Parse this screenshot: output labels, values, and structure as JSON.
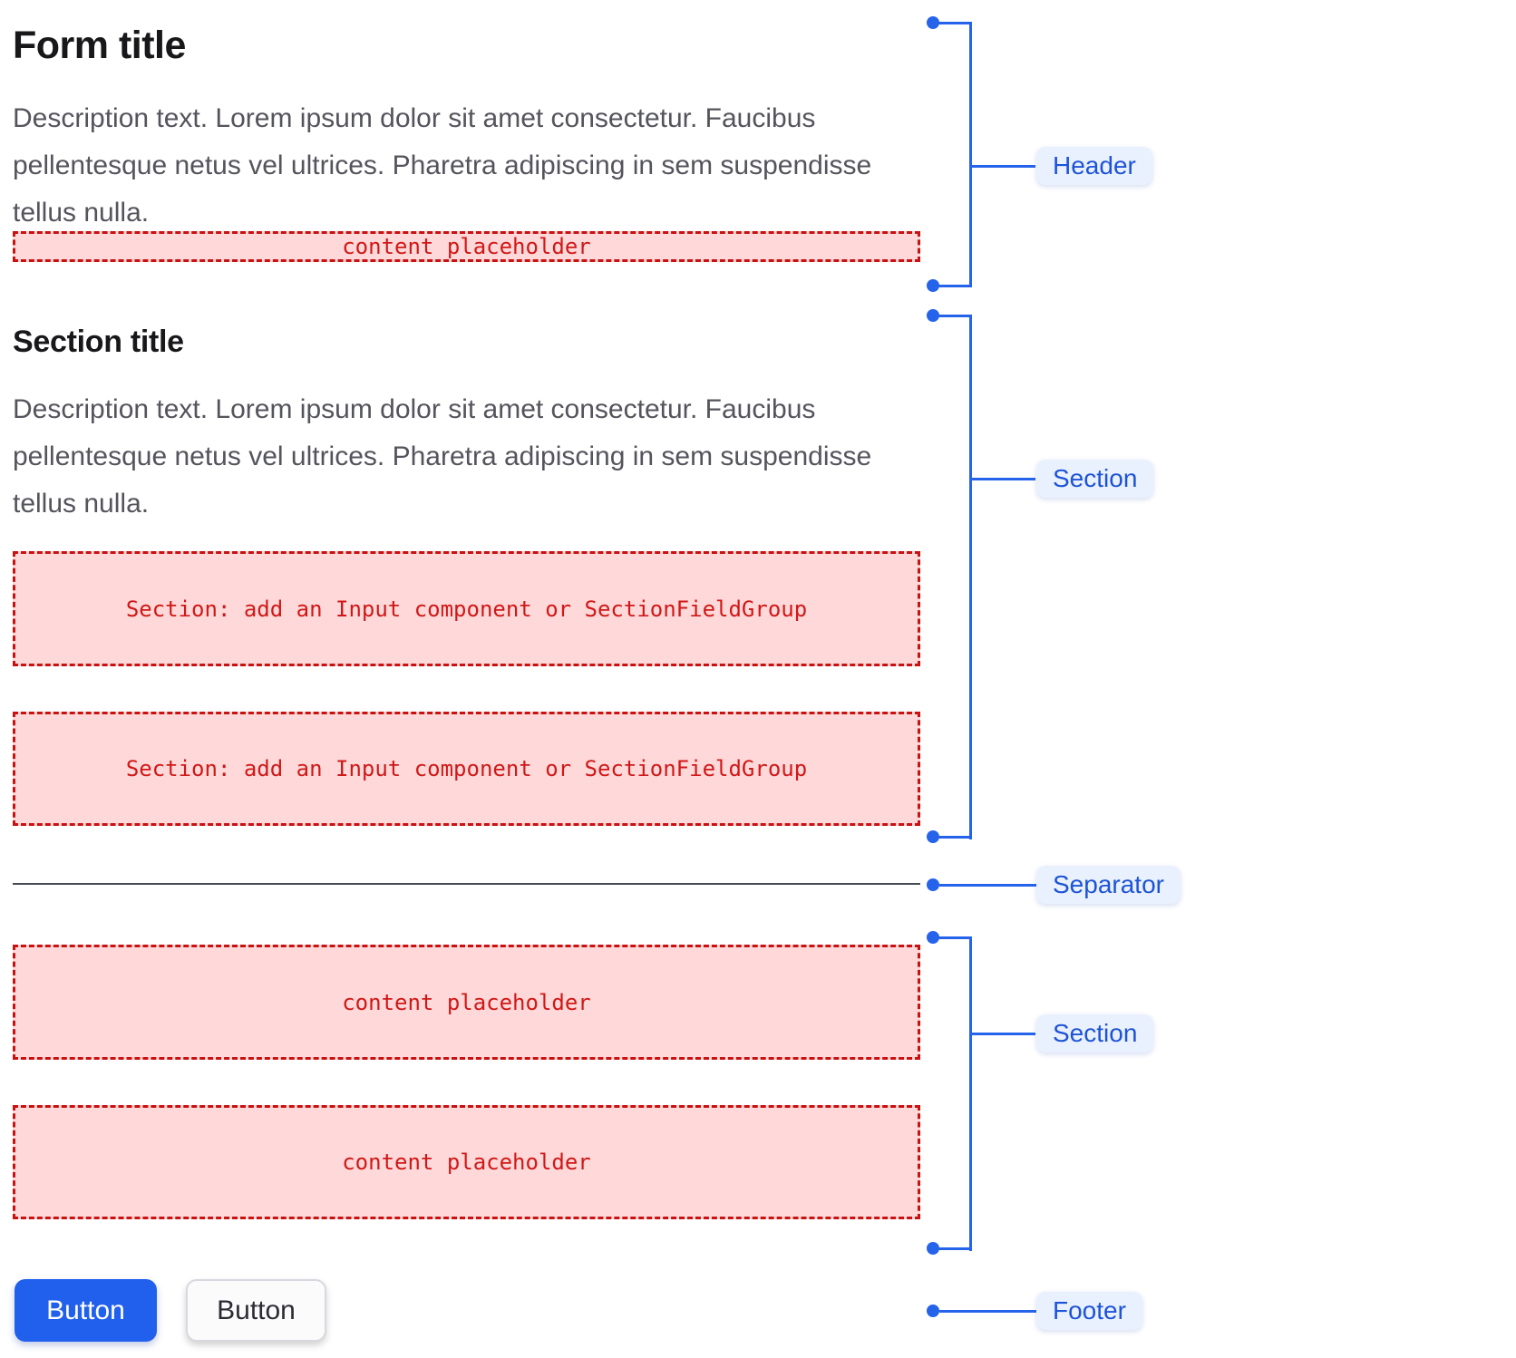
{
  "form": {
    "title": "Form title",
    "description": "Description text. Lorem ipsum dolor sit amet consectetur. Faucibus pellentesque netus vel ultrices. Pharetra adipiscing in sem suspendisse tellus nulla.",
    "header_placeholder": "content placeholder"
  },
  "section1": {
    "title": "Section title",
    "description": "Description text. Lorem ipsum dolor sit amet consectetur. Faucibus pellentesque netus vel ultrices. Pharetra adipiscing in sem suspendisse tellus nulla.",
    "placeholders": [
      "Section: add an Input component or SectionFieldGroup",
      "Section: add an Input component or SectionFieldGroup"
    ]
  },
  "section2": {
    "placeholders": [
      "content placeholder",
      "content placeholder"
    ]
  },
  "footer": {
    "primary_label": "Button",
    "secondary_label": "Button"
  },
  "annotations": {
    "header_label": "Header",
    "section1_label": "Section",
    "separator_label": "Separator",
    "section2_label": "Section",
    "footer_label": "Footer"
  },
  "colors": {
    "accent_blue": "#2563EB",
    "label_blue": "#1D53D8",
    "pill_bg": "#EAF1FE",
    "placeholder_bg": "#FFD9D9",
    "placeholder_border": "#C81111",
    "placeholder_text": "#D01818",
    "separator_gray": "#454A55",
    "title_color": "#18181B",
    "desc_color": "#54545C",
    "primary_btn_bg": "#2160EC"
  }
}
